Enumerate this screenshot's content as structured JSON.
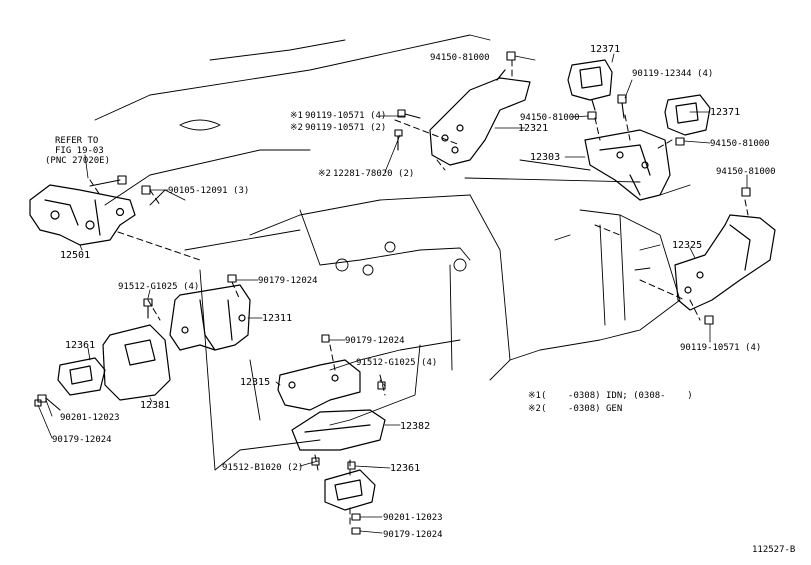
{
  "refer": {
    "line1": "REFER TO",
    "line2": "FIG 19-03",
    "line3": "(PNC 27020E)"
  },
  "parts": {
    "p12501": "12501",
    "p90105_12091": "90105-12091 (3)",
    "p91512_G1025_4a": "91512-G1025 (4)",
    "p90179_12024a": "90179-12024",
    "p12311": "12311",
    "p12361a": "12361",
    "p12381": "12381",
    "p90201_12023a": "90201-12023",
    "p90179_12024b": "90179-12024",
    "p94150_81000a": "94150-81000",
    "p12371a": "12371",
    "p90119_12344": "90119-12344 (4)",
    "p90119_10571_1": "90119-10571 (4)",
    "p90119_10571_2": "90119-10571 (2)",
    "p12321": "12321",
    "p94150_81000b": "94150-81000",
    "p12371b": "12371",
    "p94150_81000c": "94150-81000",
    "p12281_78020": "12281-78020 (2)",
    "p12303": "12303",
    "p94150_81000d": "94150-81000",
    "p12325": "12325",
    "p90119_10571_4b": "90119-10571 (4)",
    "p90179_12024c": "90179-12024",
    "p91512_G1025_4b": "91512-G1025 (4)",
    "p12315": "12315",
    "p12382": "12382",
    "p91512_B1020": "91512-B1020 (2)",
    "p12361b": "12361",
    "p90201_12023b": "90201-12023",
    "p90179_12024d": "90179-12024"
  },
  "marks": {
    "m1": "※1",
    "m2": "※2"
  },
  "legend": {
    "line1": "※1(    -0308) IDN; (0308-    )",
    "line2": "※2(    -0308) GEN"
  },
  "footer": {
    "code": "112527-B"
  }
}
